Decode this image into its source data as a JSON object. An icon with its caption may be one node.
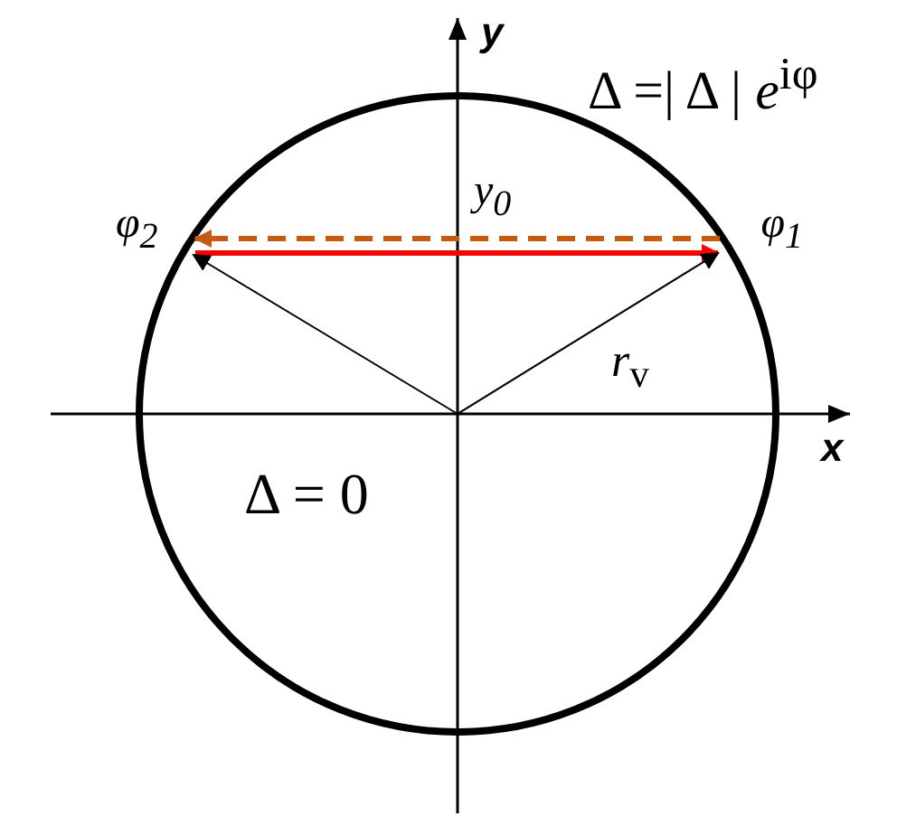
{
  "diagram": {
    "nodes": [
      {
        "text": [
          "φ$_{2}$"
        ]
      },
      {
        "text": [
          "φ$_{1}$"
        ]
      }
    ],
    "edges": [
      {
        "from": 0,
        "to": 1,
        "arrow": "to",
        "style": "thick",
        "color": "#ff0000"
      },
      {
        "from": 1,
        "to": 0,
        "arrow": "to",
        "style": "dashed",
        "color": "#c55a11"
      },
      {
        "from": null,
        "to": 0,
        "arrow": "to"
      },
      {
        "from": null,
        "to": 1,
        "arrow": "to",
        "label": "*r*$_{v}$"
      }
    ],
    "labels": [
      "y",
      "Δ =| Δ | *e*$^{iφ}$",
      "y$_{0}$",
      "x",
      "Δ = 0"
    ]
  }
}
